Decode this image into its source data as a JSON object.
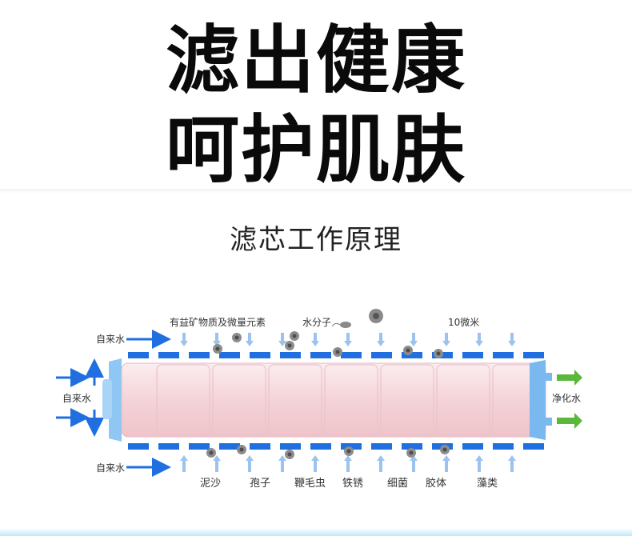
{
  "headline": {
    "line1": "滤出健康",
    "line2": "呵护肌肤"
  },
  "subtitle": "滤芯工作原理",
  "diagram": {
    "inlet_label": "自来水",
    "outlet_label": "净化水",
    "top_labels": {
      "minerals": "有益矿物质及微量元素",
      "water_molecule": "水分子",
      "micron": "10微米"
    },
    "impurities": [
      "泥沙",
      "孢子",
      "鞭毛虫",
      "铁锈",
      "细菌",
      "胶体",
      "藻类"
    ]
  },
  "colors": {
    "arrow_blue": "#1f6fe0",
    "light_arrow": "#9cc2ee",
    "green_arrow": "#5cb83a",
    "filter_pink": "#f6dcdf",
    "cap_blue": "#8ec7f3"
  }
}
